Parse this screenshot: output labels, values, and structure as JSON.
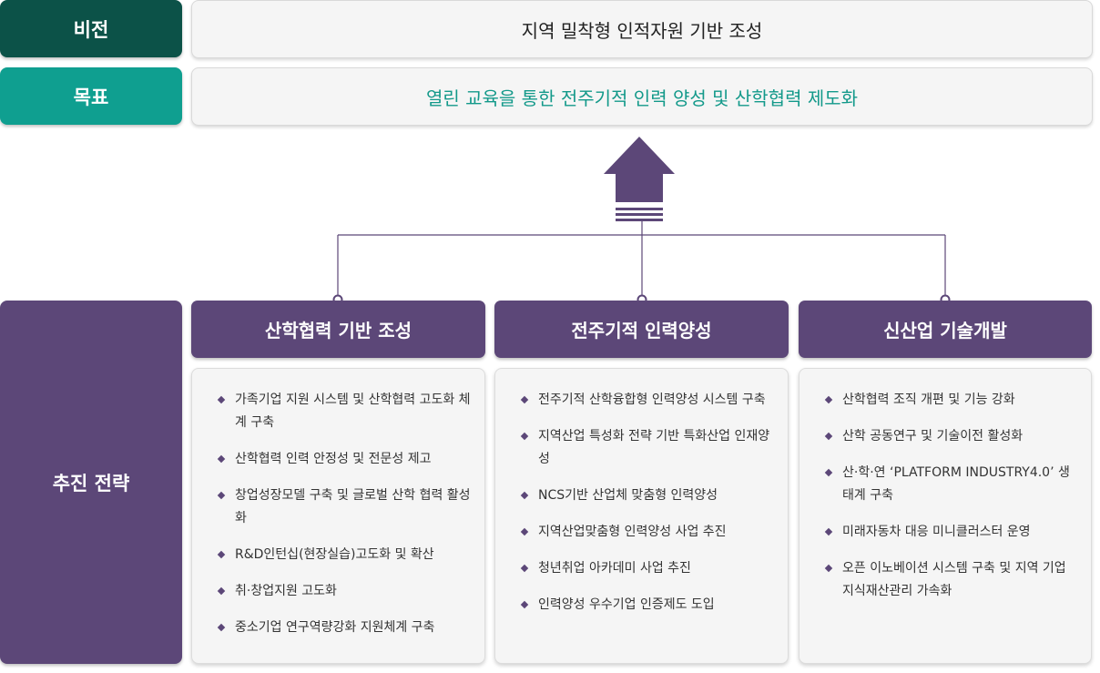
{
  "vision": {
    "label": "비전",
    "text": "지역 밀착형 인적자원 기반 조성"
  },
  "goal": {
    "label": "목표",
    "text": "열린 교육을 통한 전주기적 인력 양성 및 산학협력 제도화"
  },
  "strategy": {
    "label": "추진 전략",
    "columns": [
      {
        "title": "산학협력 기반 조성",
        "items": [
          "가족기업 지원 시스템 및 산학협력 고도화 체계 구축",
          "산학협력 인력 안정성 및 전문성 제고",
          "창업성장모델 구축 및 글로벌 산학 협력 활성화",
          "R&D인턴십(현장실습)고도화 및 확산",
          "취·창업지원 고도화",
          "중소기업 연구역량강화 지원체계 구축"
        ]
      },
      {
        "title": "전주기적 인력양성",
        "items": [
          "전주기적 산학융합형 인력양성 시스템 구축",
          "지역산업 특성화 전략 기반 특화산업 인재양성",
          "NCS기반 산업체 맞춤형 인력양성",
          "지역산업맞춤형 인력양성 사업 추진",
          "청년취업 아카데미 사업 추진",
          "인력양성 우수기업 인증제도 도입"
        ]
      },
      {
        "title": "신산업 기술개발",
        "items": [
          "산학협력 조직 개편 및 기능 강화",
          "산학 공동연구 및 기술이전 활성화",
          "산·학·연 ‘PLATFORM INDUSTRY4.0’ 생태계 구축",
          "미래자동차 대응 미니클러스터 운영",
          "오픈 이노베이션 시스템 구축 및 지역 기업 지식재산관리 가속화"
        ]
      }
    ]
  },
  "colors": {
    "vision": "#0c5248",
    "goal": "#0f9f90",
    "goal_text": "#13998a",
    "strategy": "#5c4778",
    "connector": "#5c4778"
  }
}
